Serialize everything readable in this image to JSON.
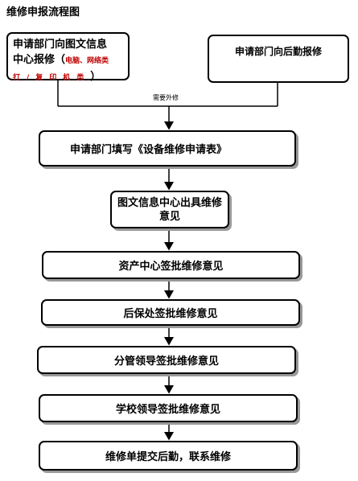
{
  "title": "维修申报流程图",
  "left_box": {
    "line1": "申请部门向图文信息",
    "line2_main": "中心报修（",
    "line2_note": "电脑、网络类",
    "line3_note": "打/复印机类",
    "line3_close": "）"
  },
  "right_box": {
    "text": "申请部门向后勤报修"
  },
  "note_text": "需要外修",
  "steps": [
    "申请部门填写《设备维修申请表》",
    "图文信息中心出具维修意见",
    "资产中心签批维修意见",
    "后保处签批维修意见",
    "分管领导签批维修意见",
    "学校领导签批维修意见",
    "维修单提交后勤，联系维修"
  ],
  "colors": {
    "line": "#000000",
    "note_red": "#c00000",
    "shadow": "#999999"
  }
}
